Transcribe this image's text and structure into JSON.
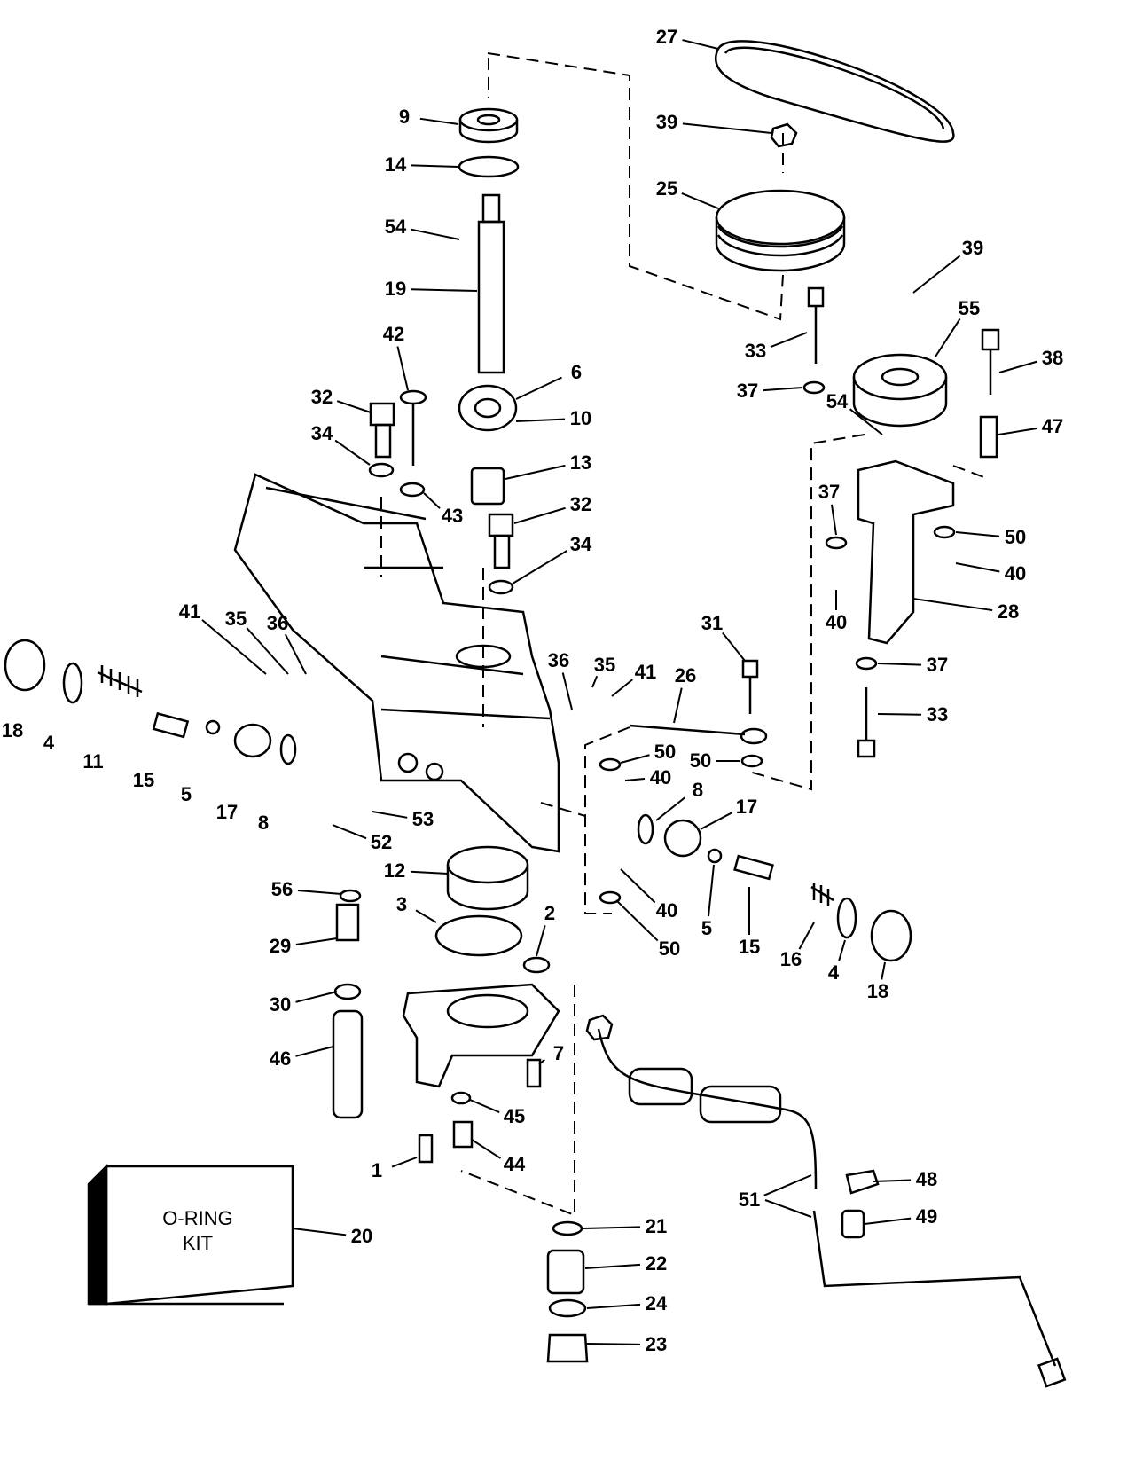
{
  "diagram": {
    "kit_label": "O-RING\nKIT",
    "callouts": [
      "27",
      "39",
      "25",
      "39",
      "55",
      "33",
      "38",
      "37",
      "54",
      "47",
      "37",
      "50",
      "40",
      "40",
      "28",
      "37",
      "33",
      "9",
      "14",
      "54",
      "19",
      "42",
      "6",
      "10",
      "32",
      "34",
      "13",
      "43",
      "32",
      "34",
      "41",
      "35",
      "36",
      "31",
      "36",
      "35",
      "41",
      "26",
      "18",
      "4",
      "11",
      "15",
      "5",
      "17",
      "8",
      "50",
      "50",
      "40",
      "8",
      "17",
      "53",
      "52",
      "12",
      "56",
      "3",
      "2",
      "40",
      "50",
      "5",
      "15",
      "16",
      "4",
      "18",
      "29",
      "30",
      "46",
      "7",
      "45",
      "1",
      "44",
      "48",
      "51",
      "49",
      "20",
      "21",
      "22",
      "24",
      "23"
    ]
  }
}
